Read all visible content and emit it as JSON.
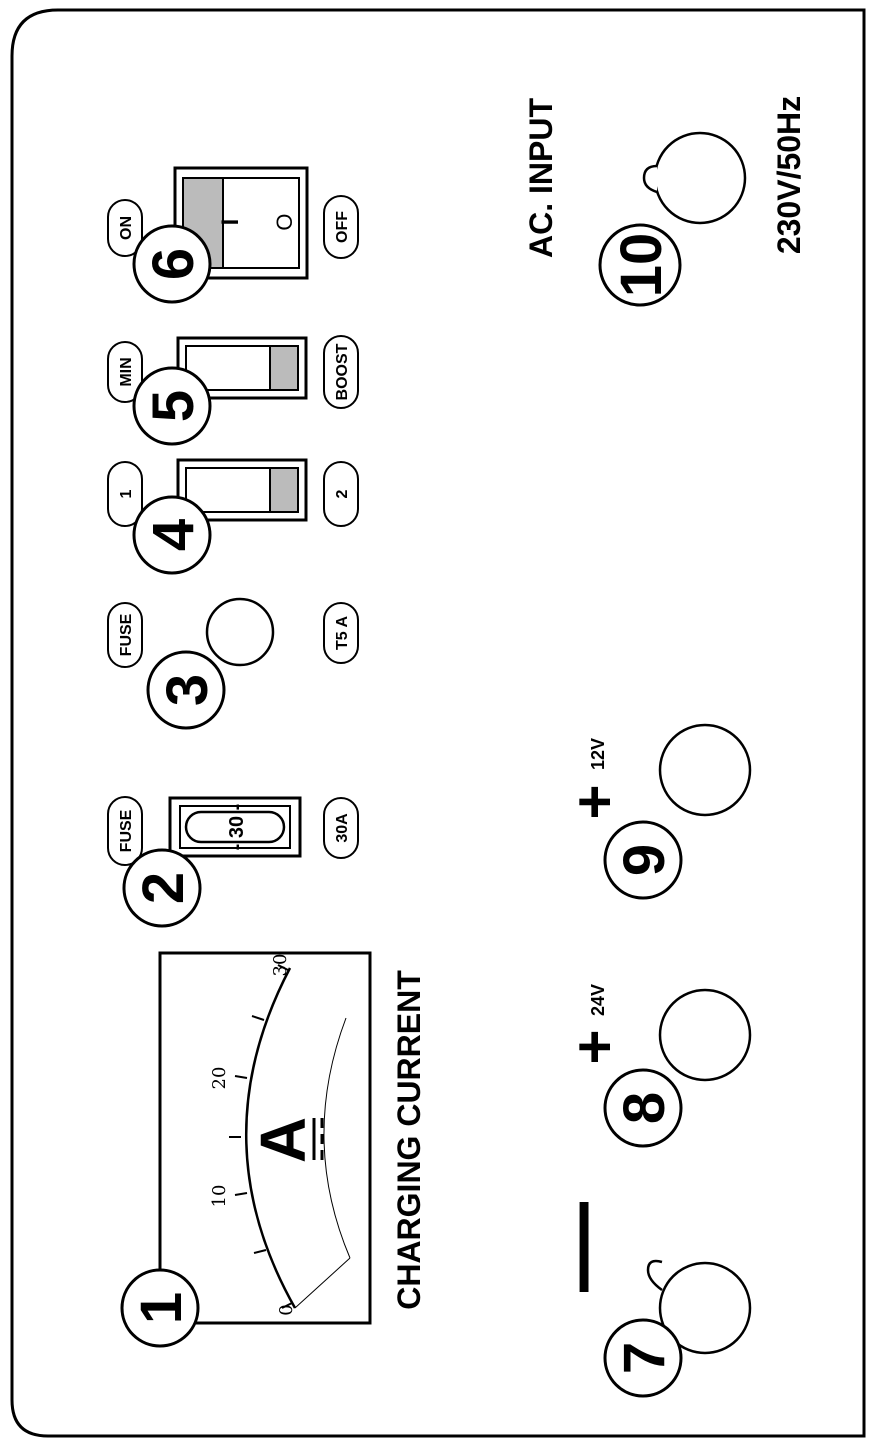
{
  "callouts": {
    "c1": "1",
    "c2": "2",
    "c3": "3",
    "c4": "4",
    "c5": "5",
    "c6": "6",
    "c7": "7",
    "c8": "8",
    "c9": "9",
    "c10": "10"
  },
  "ammeter": {
    "unit": "A",
    "label": "CHARGING CURRENT",
    "scale": [
      "0",
      "10",
      "20",
      "30"
    ]
  },
  "blade_fuse": {
    "label": "FUSE",
    "rating": "30A",
    "body_text": "- 30 -"
  },
  "glass_fuse": {
    "label": "FUSE",
    "rating": "T5 A"
  },
  "selector_switch": {
    "pos_a": "1",
    "pos_b": "2"
  },
  "boost_switch": {
    "pos_a": "MIN",
    "pos_b": "BOOST"
  },
  "power_switch": {
    "on_label": "ON",
    "off_label": "OFF",
    "on_symbol": "I",
    "off_symbol": "O"
  },
  "terminals": {
    "negative_symbol": "—",
    "pos24_symbol": "+",
    "pos24_voltage": "24V",
    "pos12_symbol": "+",
    "pos12_voltage": "12V"
  },
  "ac_input": {
    "label": "AC. INPUT",
    "rating": "230V/50Hz"
  }
}
